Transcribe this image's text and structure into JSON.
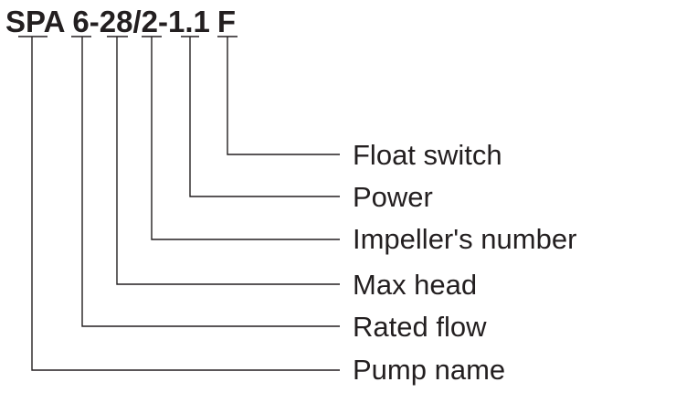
{
  "model_code": {
    "parts": [
      "SPA",
      "6",
      "-",
      "28",
      "/",
      "2",
      "-",
      "1.1",
      "F"
    ]
  },
  "legend": [
    {
      "key": "float_switch",
      "label": "Float switch"
    },
    {
      "key": "power",
      "label": "Power"
    },
    {
      "key": "impeller_number",
      "label": "Impeller's number"
    },
    {
      "key": "max_head",
      "label": "Max head"
    },
    {
      "key": "rated_flow",
      "label": "Rated flow"
    },
    {
      "key": "pump_name",
      "label": "Pump name"
    }
  ],
  "colors": {
    "ink": "#231f20",
    "background": "#ffffff"
  }
}
